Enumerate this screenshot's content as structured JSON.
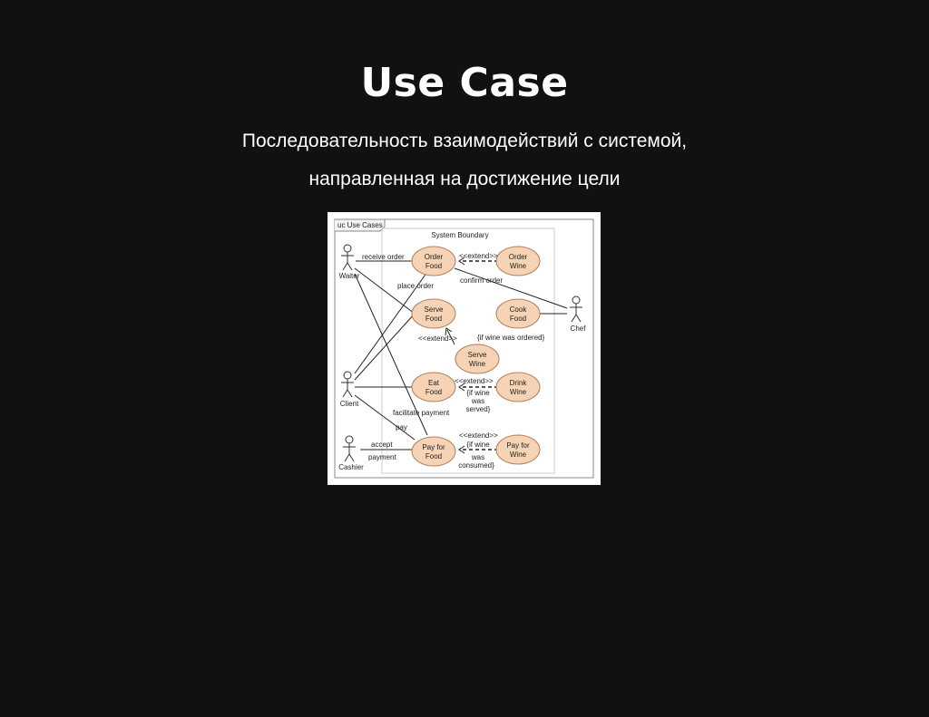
{
  "slide": {
    "title": "Use Case",
    "subtitle_line1": "Последовательность взаимодействий с системой,",
    "subtitle_line2": "направленная на достижение цели"
  },
  "diagram": {
    "frame_label": "uc Use Cases",
    "boundary_label": "System Boundary",
    "actors": [
      "Waiter",
      "Client",
      "Cashier",
      "Chef"
    ],
    "use_cases": {
      "order_food": [
        "Order",
        "Food"
      ],
      "order_wine": [
        "Order",
        "Wine"
      ],
      "serve_food": [
        "Serve",
        "Food"
      ],
      "cook_food": [
        "Cook",
        "Food"
      ],
      "serve_wine": [
        "Serve",
        "Wine"
      ],
      "eat_food": [
        "Eat",
        "Food"
      ],
      "drink_wine": [
        "Drink",
        "Wine"
      ],
      "pay_food": [
        "Pay for",
        "Food"
      ],
      "pay_wine": [
        "Pay for",
        "Wine"
      ]
    },
    "labels": {
      "receive_order": "receive order",
      "place_order": "place order",
      "confirm_order": "confirm order",
      "extend": "<<extend>>",
      "cond_wine_ordered": "{if wine was ordered}",
      "cond_wine_served": [
        "{if wine",
        "was",
        "served}"
      ],
      "cond_wine_consumed": [
        "{if wine",
        "was",
        "consumed}"
      ],
      "facilitate_payment": "facilitate payment",
      "pay": "pay",
      "accept": "accept",
      "payment": "payment"
    },
    "colors": {
      "use_case_fill": "#f6d3b5",
      "use_case_stroke": "#b08060"
    }
  }
}
